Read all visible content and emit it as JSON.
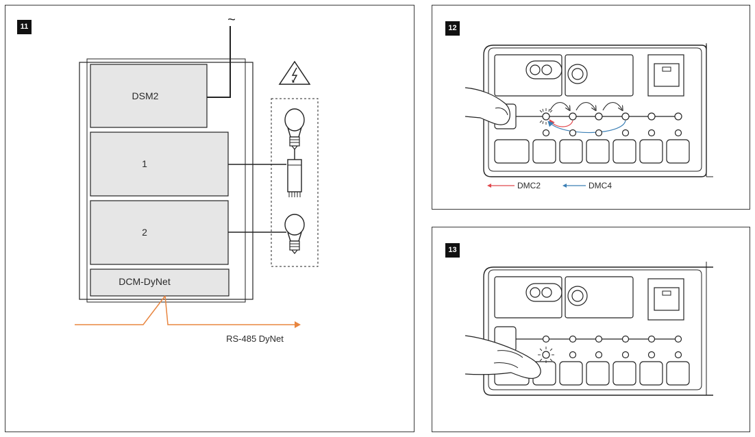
{
  "figures": {
    "fig11": {
      "number": "11",
      "modules": {
        "top": "DSM2",
        "channel_1": "1",
        "channel_2": "2",
        "bottom": "DCM-DyNet"
      },
      "supply_symbol": "~",
      "bus_label": "RS-485 DyNet",
      "colors": {
        "bus": "#e8853f",
        "module_fill": "#e6e6e6"
      }
    },
    "fig12": {
      "number": "12",
      "legend": [
        {
          "label": "DMC2",
          "color": "#e0474c"
        },
        {
          "label": "DMC4",
          "color": "#3b7fb5"
        }
      ]
    },
    "fig13": {
      "number": "13"
    }
  }
}
